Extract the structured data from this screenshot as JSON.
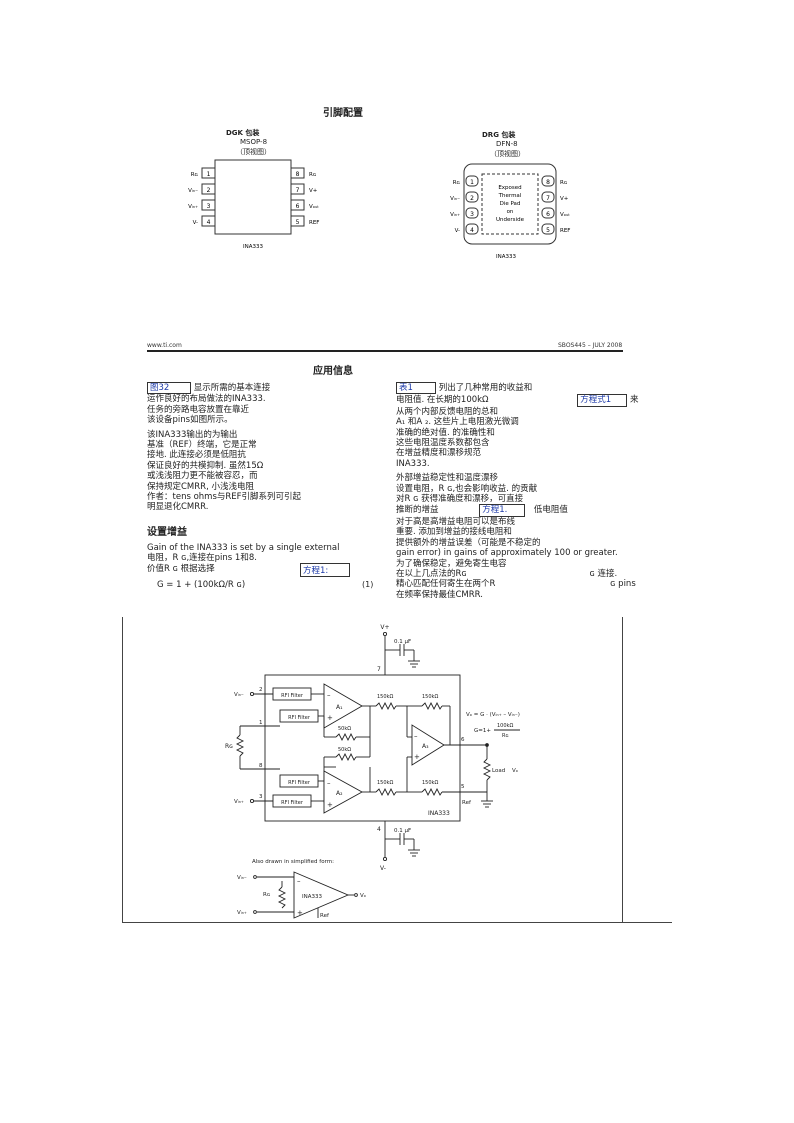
{
  "pin_config": {
    "title": "引脚配置",
    "dgk": {
      "pkg_title": "DGK 包装",
      "pkg_name": "MSOP-8",
      "view": "（顶视图）",
      "chip": "INA333",
      "left_pins": [
        {
          "num": "1",
          "label": "Rɢ"
        },
        {
          "num": "2",
          "label": "Vᵢₙ₋"
        },
        {
          "num": "3",
          "label": "Vᵢₙ₊"
        },
        {
          "num": "4",
          "label": "V-"
        }
      ],
      "right_pins": [
        {
          "num": "8",
          "label": "Rɢ"
        },
        {
          "num": "7",
          "label": "V+"
        },
        {
          "num": "6",
          "label": "Vₒᵤₜ"
        },
        {
          "num": "5",
          "label": "REF"
        }
      ]
    },
    "drg": {
      "pkg_title": "DRG 包装",
      "pkg_name": "DFN-8",
      "view": "（顶视图）",
      "chip": "INA333",
      "pad_lines": [
        "Exposed",
        "Thermal",
        "Die Pad",
        "on",
        "Underside"
      ],
      "left_pins": [
        {
          "num": "1",
          "label": "Rɢ"
        },
        {
          "num": "2",
          "label": "Vᵢₙ₋"
        },
        {
          "num": "3",
          "label": "Vᵢₙ₊"
        },
        {
          "num": "4",
          "label": "V-"
        }
      ],
      "right_pins": [
        {
          "num": "8",
          "label": "Rɢ"
        },
        {
          "num": "7",
          "label": "V+"
        },
        {
          "num": "6",
          "label": "Vₒᵤₜ"
        },
        {
          "num": "5",
          "label": "REF"
        }
      ]
    }
  },
  "header": {
    "site": "www.ti.com",
    "doc_id": "SBOS445 – JULY 2008"
  },
  "app_info": {
    "title": "应用信息",
    "left": {
      "fig_ref": "图32",
      "lines": [
        "显示所需的基本连接",
        "运作良好的布局做法的INA333.",
        "任务的旁路电容放置在靠近",
        "该设备pins如图所示。",
        "",
        "该INA333输出的为输出",
        "基准（REF）终端，它是正常",
        "接地. 此连接必须是低阻抗",
        "保证良好的共模抑制. 虽然15Ω",
        "或浅浅阻力更不能被容忍，而",
        "保持规定CMRR, 小浅浅电阻",
        "作者：tens ohms与REF引脚系列可引起",
        "明显退化CMRR."
      ],
      "set_gain_title": "设置增益",
      "gain_lines": [
        "Gain of the INA333 is set by a single external",
        "电阻，R    ɢ,连接在pins 1和8.",
        "价值R    ɢ 根据选择"
      ],
      "eq_ref": "方程1:",
      "equation": "G = 1 + (100kΩ/R   ɢ)",
      "eq_num": "(1)"
    },
    "right": {
      "table_ref": "表1",
      "table_text": "列出了几种常用的收益和",
      "lines_a": [
        "电阻值. 在长期的100kΩ"
      ],
      "box_ref": "方程式1",
      "box_suffix": "来",
      "lines_b": [
        "从两个内部反馈电阻的总和",
        "A₁ 和A    ₂. 这些片上电阻激光微调",
        "准确的绝对值. 的准确性和",
        "这些电阻温度系数都包含",
        "在增益精度和漂移规范",
        "INA333.",
        "",
        "外部增益稳定性和温度漂移",
        "设置电阻，R       ɢ,也会影响收益. 的贡献",
        "对R    ɢ 获得准确度和漂移，可直接"
      ],
      "inline_a": "推断的增益",
      "eq_ref2": "方程1.",
      "inline_b": "低电阻值",
      "lines_c": [
        "对于高是高增益电阻可以是布线",
        "重要. 添加到增益的接线电阻和",
        "提供额外的增益误差（可能是不稳定的",
        "gain error) in gains of approximately 100 or greater.",
        "为了确保稳定，避免寄生电容",
        "在以上几点法的Rɢ"
      ],
      "tail1": "ɢ 连接.",
      "line_last1": "精心匹配任何寄生在两个R",
      "tail2": "ɢ pins",
      "line_last2": "在频率保持最佳CMRR."
    }
  },
  "schematic": {
    "vplus": "V+",
    "vminus": "V-",
    "cap_top": "0.1 µF",
    "cap_bot": "0.1 µF",
    "pin7": "7",
    "pin4": "4",
    "pin2": "2",
    "pin1": "1",
    "pin8": "8",
    "pin3": "3",
    "pin6": "6",
    "pin5": "5",
    "vin_minus": "Vᵢₙ₋",
    "vin_plus": "Vᵢₙ₊",
    "rg": "Rɢ",
    "rfi": "RFI Filter",
    "r150": "150kΩ",
    "r50": "50kΩ",
    "a1": "A₁",
    "a2": "A₂",
    "a3": "A₃",
    "chip": "INA333",
    "vo_eq": "Vₒ = G · (Vᵢₙ₊ – Vᵢₙ₋)",
    "g_eq": "G=1+",
    "g_num": "100kΩ",
    "g_den": "Rɢ",
    "load": "Load",
    "vo": "Vₒ",
    "ref": "Ref",
    "simplified_title": "Also drawn in simplified form:",
    "simp_chip": "INA333",
    "simp_ref": "Ref",
    "simp_vo": "Vₒ",
    "simp_rg": "Rɢ",
    "simp_vin_minus": "Vᵢₙ₋",
    "simp_vin_plus": "Vᵢₙ₊"
  }
}
